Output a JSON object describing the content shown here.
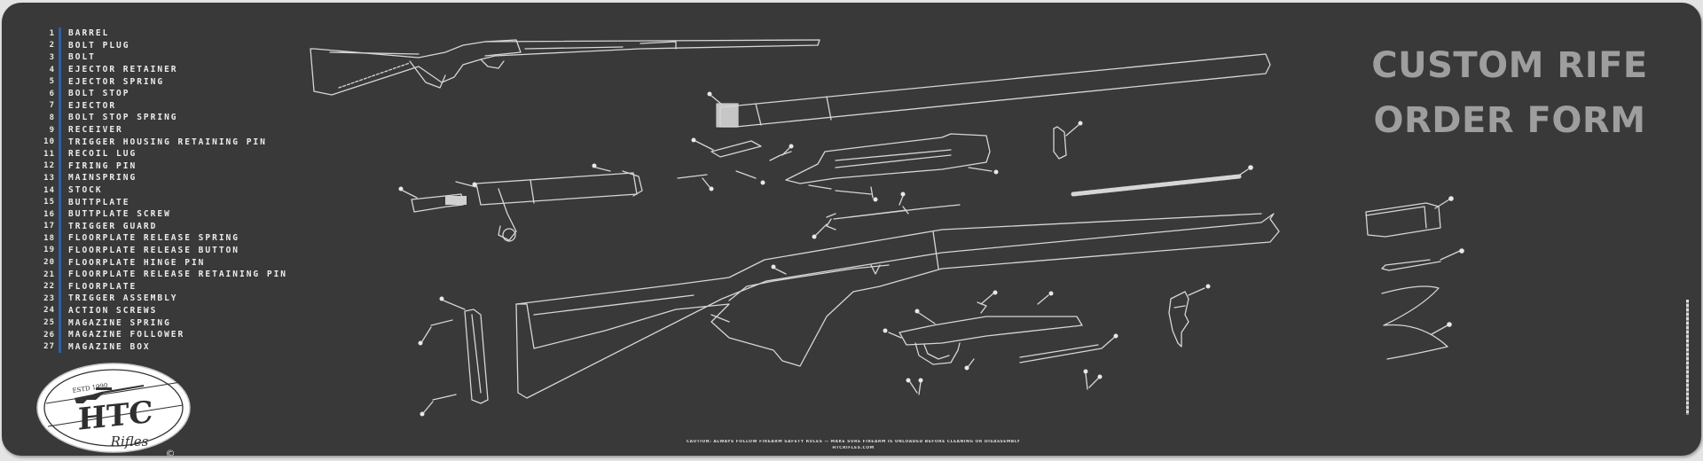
{
  "title": {
    "line1": "CUSTOM RIFE",
    "line2": "ORDER FORM"
  },
  "parts": [
    {
      "num": "1",
      "name": "BARREL"
    },
    {
      "num": "2",
      "name": "BOLT PLUG"
    },
    {
      "num": "3",
      "name": "BOLT"
    },
    {
      "num": "4",
      "name": "EJECTOR RETAINER"
    },
    {
      "num": "5",
      "name": "EJECTOR SPRING"
    },
    {
      "num": "6",
      "name": "BOLT STOP"
    },
    {
      "num": "7",
      "name": "EJECTOR"
    },
    {
      "num": "8",
      "name": "BOLT STOP SPRING"
    },
    {
      "num": "9",
      "name": "RECEIVER"
    },
    {
      "num": "10",
      "name": "TRIGGER HOUSING RETAINING PIN"
    },
    {
      "num": "11",
      "name": "RECOIL LUG"
    },
    {
      "num": "12",
      "name": "FIRING PIN"
    },
    {
      "num": "13",
      "name": "MAINSPRING"
    },
    {
      "num": "14",
      "name": "STOCK"
    },
    {
      "num": "15",
      "name": "BUTTPLATE"
    },
    {
      "num": "16",
      "name": "BUTTPLATE SCREW"
    },
    {
      "num": "17",
      "name": "TRIGGER GUARD"
    },
    {
      "num": "18",
      "name": "FLOORPLATE RELEASE SPRING"
    },
    {
      "num": "19",
      "name": "FLOORPLATE RELEASE BUTTON"
    },
    {
      "num": "20",
      "name": "FLOORPLATE HINGE PIN"
    },
    {
      "num": "21",
      "name": "FLOORPLATE RELEASE RETAINING PIN"
    },
    {
      "num": "22",
      "name": "FLOORPLATE"
    },
    {
      "num": "23",
      "name": "TRIGGER ASSEMBLY"
    },
    {
      "num": "24",
      "name": "ACTION SCREWS"
    },
    {
      "num": "25",
      "name": "MAGAZINE SPRING"
    },
    {
      "num": "26",
      "name": "MAGAZINE FOLLOWER"
    },
    {
      "num": "27",
      "name": "MAGAZINE BOX"
    }
  ],
  "logo": {
    "established": "ESTD 1990",
    "brand": "HTC",
    "subtitle": "Rifles",
    "copyright": "©"
  },
  "footer": {
    "line1": "CAUTION: ALWAYS FOLLOW FIREARM SAFETY RULES — MAKE SURE FIREARM IS UNLOADED BEFORE CLEANING OR DISASSEMBLY",
    "line2": "HTCRIFLES.COM"
  },
  "colors": {
    "mat": "#393939",
    "page": "#e4e4e4",
    "accent_bar": "#2f5fa7",
    "title": "#9e9e9e",
    "line_art": "#d6d6d6"
  }
}
